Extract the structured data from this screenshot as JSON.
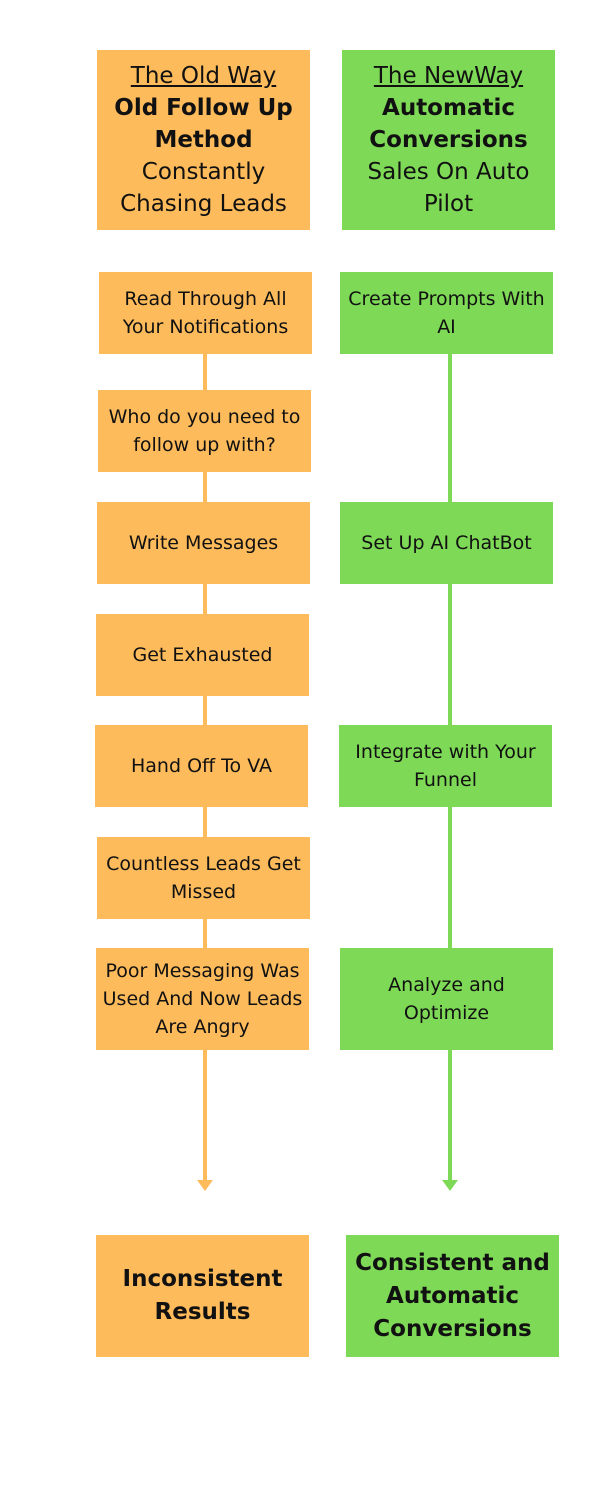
{
  "old_way": {
    "header": {
      "link": "The Old Way",
      "title": "Old Follow Up Method",
      "subtitle": "Constantly Chasing Leads"
    },
    "steps": [
      "Read Through All Your Notifications",
      "Who do you need to follow up with?",
      "Write Messages",
      "Get Exhausted",
      "Hand Off To VA",
      "Countless Leads Get Missed",
      "Poor Messaging Was Used And Now Leads Are Angry"
    ],
    "result": "Inconsistent Results"
  },
  "new_way": {
    "header": {
      "link": "The NewWay",
      "title": "Automatic Conversions",
      "subtitle": "Sales On Auto Pilot"
    },
    "steps": [
      "Create Prompts With AI",
      "Set Up AI ChatBot",
      "Integrate with Your Funnel",
      "Analyze and Optimize"
    ],
    "result": "Consistent and Automatic Conversions"
  },
  "colors": {
    "old_way": "#fdbb5c",
    "new_way": "#7ed957"
  }
}
